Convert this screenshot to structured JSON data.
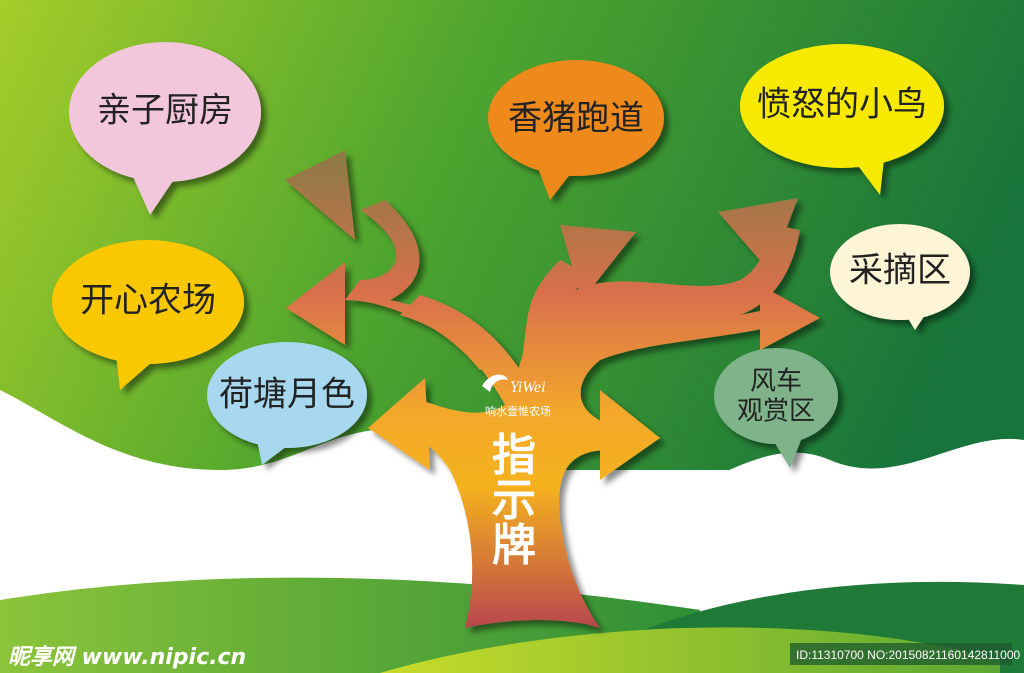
{
  "bubbles": [
    {
      "label": "亲子厨房",
      "color": "#f2c7dc"
    },
    {
      "label": "开心农场",
      "color": "#f9c800"
    },
    {
      "label": "荷塘月色",
      "color": "#a8d8ef"
    },
    {
      "label": "香猪跑道",
      "color": "#ee891c"
    },
    {
      "label": "愤怒的小鸟",
      "color": "#f7ea00"
    },
    {
      "label": "采摘区",
      "color": "#fdf5d6"
    },
    {
      "label_line1": "风车",
      "label_line2": "观赏区",
      "color": "#7fb48a"
    }
  ],
  "sign_title": [
    "指",
    "示",
    "牌"
  ],
  "logo": {
    "brand": "YiWei",
    "name": "响水壹惟农场"
  },
  "watermark": {
    "site": "昵享网 www.nipic.cn",
    "id": "ID:11310700 NO:20150821160142811000"
  }
}
